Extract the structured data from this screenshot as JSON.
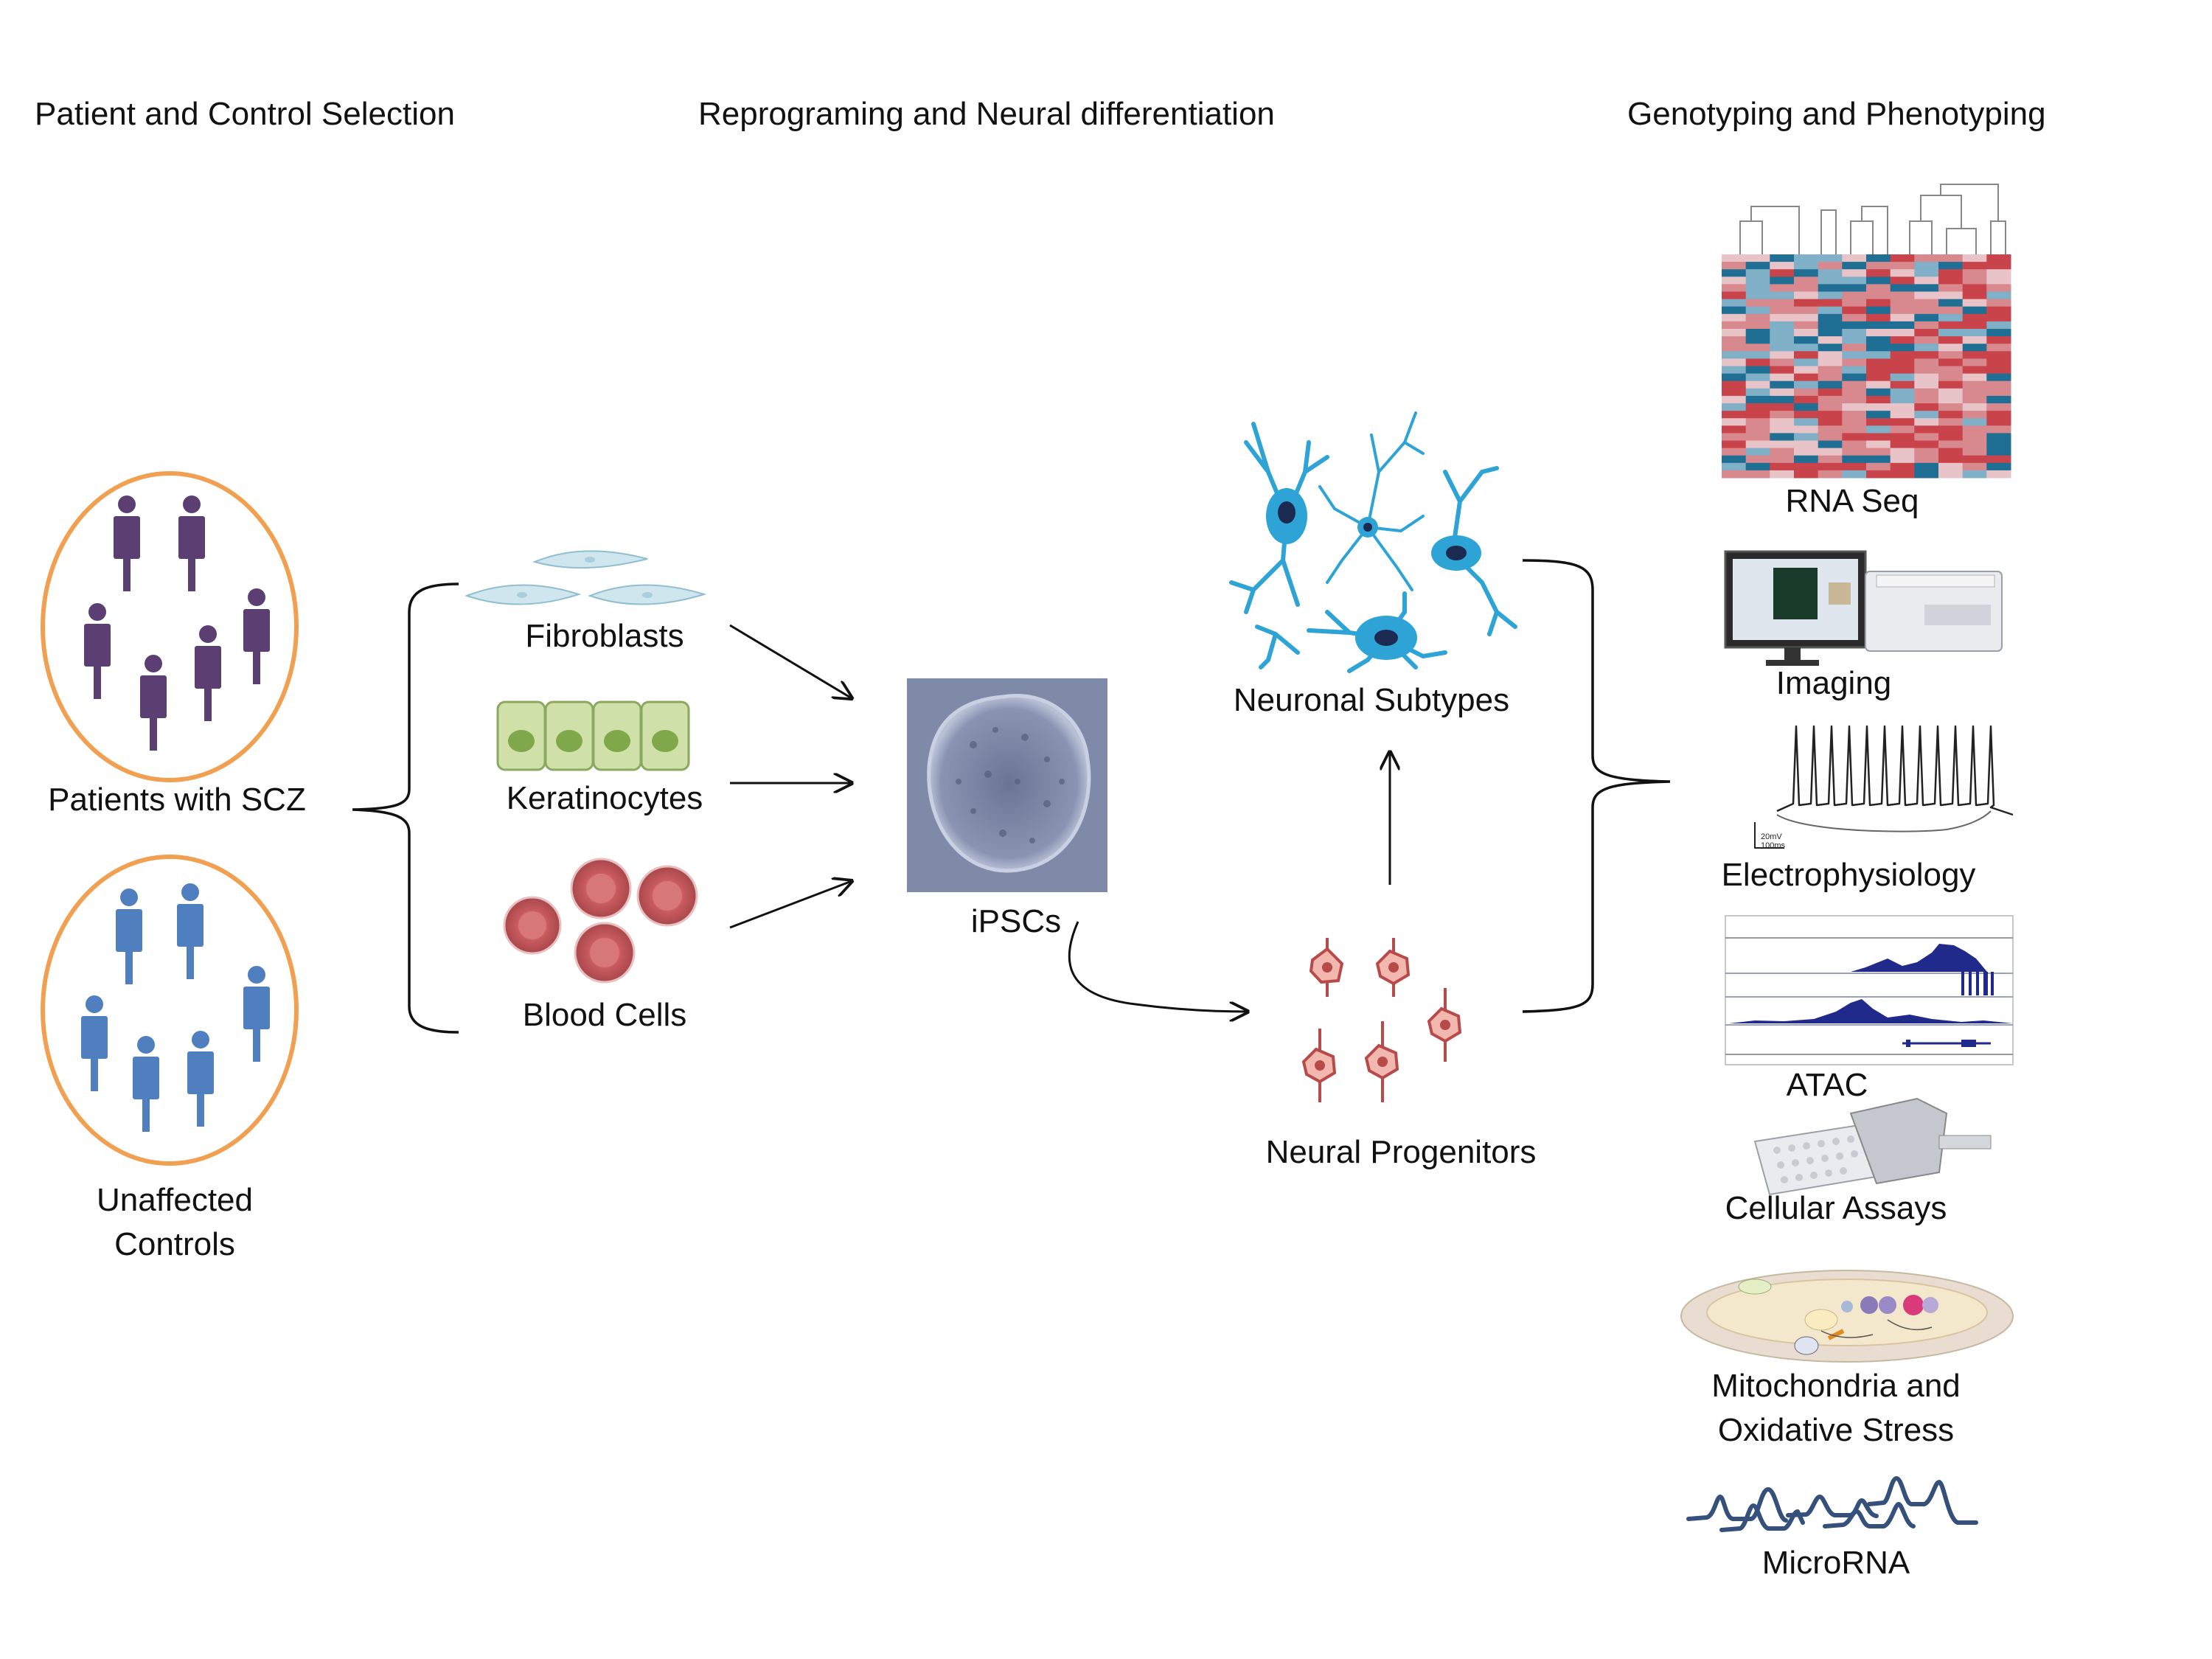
{
  "headers": {
    "selection": "Patient and Control Selection",
    "reprogramming": "Reprograming and Neural differentiation",
    "genotyping": "Genotyping and Phenotyping"
  },
  "groups": {
    "patients": "Patients with SCZ",
    "controls_line1": "Unaffected",
    "controls_line2": "Controls"
  },
  "sources": {
    "fibroblasts": "Fibroblasts",
    "keratinocytes": "Keratinocytes",
    "blood_cells": "Blood Cells"
  },
  "stages": {
    "ipscs": "iPSCs",
    "neuronal_subtypes": "Neuronal Subtypes",
    "neural_progenitors": "Neural Progenitors"
  },
  "assays": {
    "rna_seq": "RNA Seq",
    "imaging": "Imaging",
    "electrophysiology": "Electrophysiology",
    "atac": "ATAC",
    "cellular_assays": "Cellular Assays",
    "mito_line1": "Mitochondria and",
    "mito_line2": "Oxidative Stress",
    "microrna": "MicroRNA"
  },
  "colors": {
    "ellipse": "#f0a050",
    "patient_figure": "#5b3f73",
    "control_figure": "#4f7fbf",
    "neuron": "#2ea3d6",
    "progenitor": "#b84a4a",
    "heatmap_high": "#c9434a",
    "heatmap_low": "#1f6f95",
    "microrna_line": "#35507a"
  }
}
